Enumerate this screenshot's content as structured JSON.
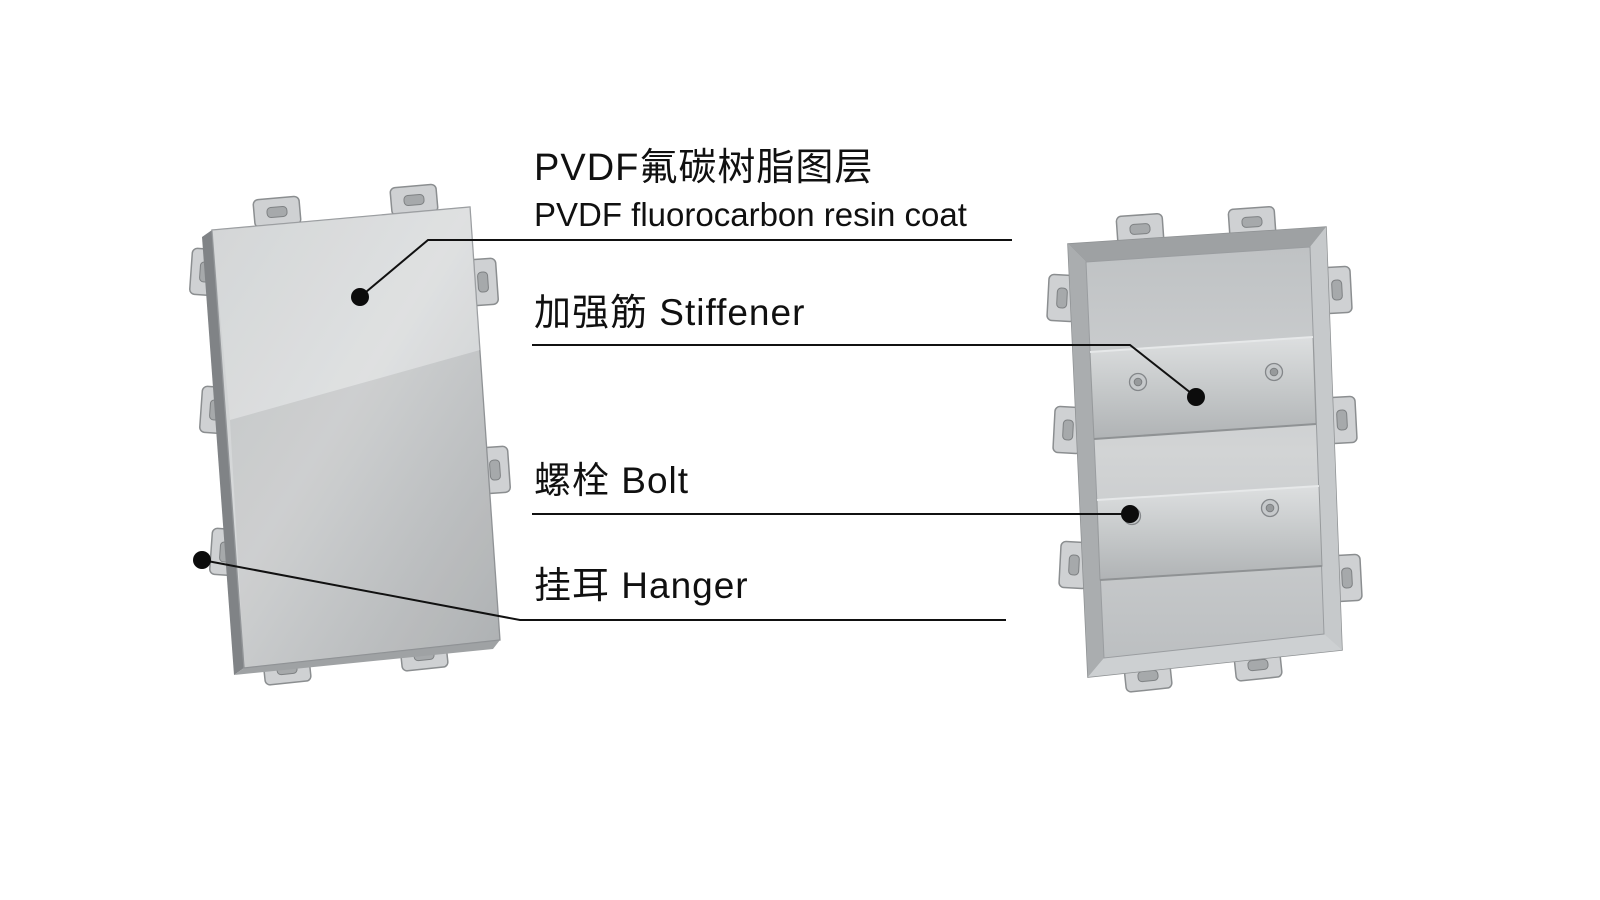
{
  "figure": {
    "background": "#ffffff",
    "annotations": {
      "coating": {
        "line1": "PVDF氟碳树脂图层",
        "line2": "PVDF fluorocarbon resin coat"
      },
      "stiffener": {
        "text": "加强筋 Stiffener"
      },
      "bolt": {
        "text": "螺栓 Bolt"
      },
      "hanger": {
        "text": "挂耳 Hanger"
      }
    },
    "illustrations": {
      "left": "aluminum-panel-front-view",
      "right": "aluminum-panel-back-view"
    },
    "colors": {
      "panel_light": "#d8dadb",
      "panel_mid": "#c6c9cb",
      "panel_dark": "#808386",
      "leader_line": "#111111",
      "leader_dot": "#0c0c0c",
      "text": "#101010"
    }
  }
}
